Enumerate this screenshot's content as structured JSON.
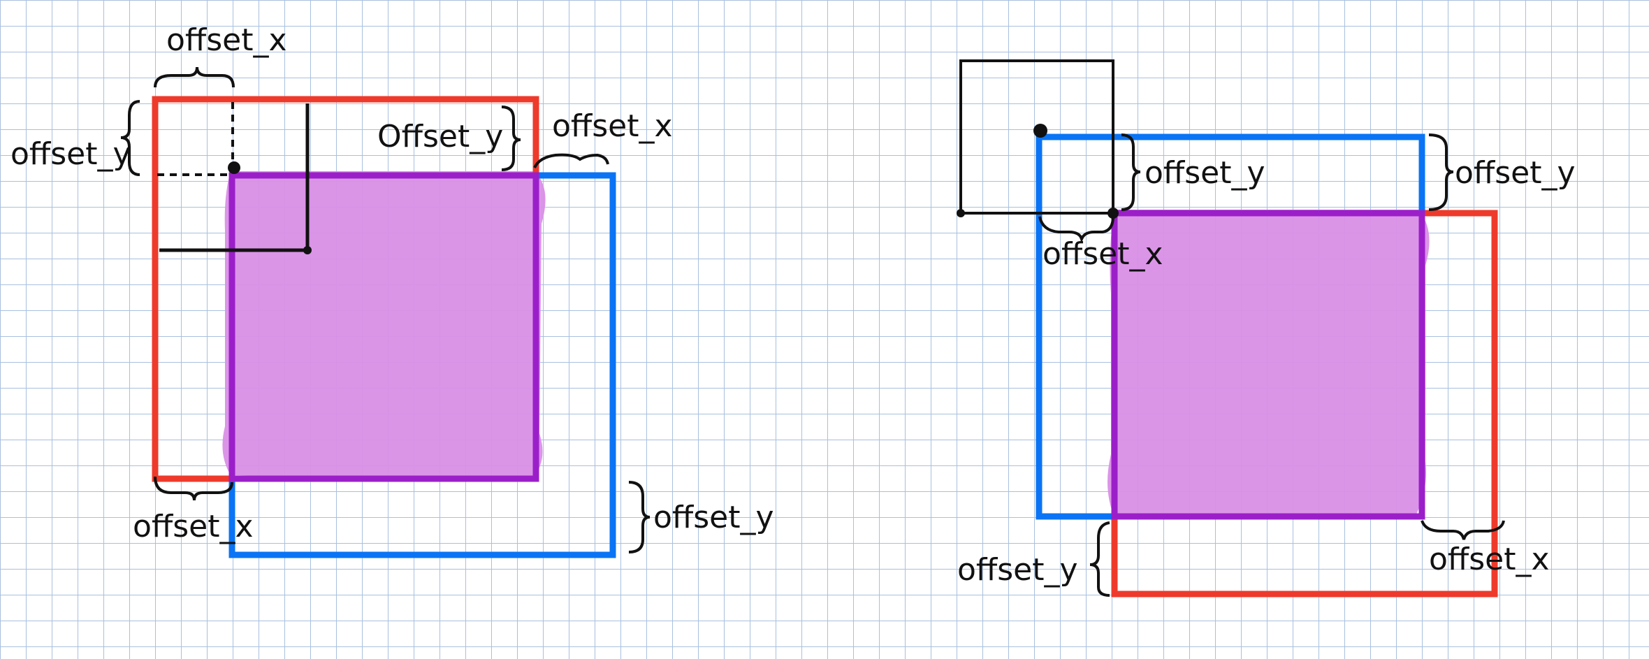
{
  "colors": {
    "grid": "#a9c0de",
    "red": "#ee3a2b",
    "blue": "#0a74f5",
    "purple": "#9b1fc9",
    "purple_fill": "#d98fe6",
    "ink": "#111111"
  },
  "left": {
    "labels": {
      "top_offset_x": "offset_x",
      "left_offset_y": "offset_y",
      "mid_offset_y": "Offset_y",
      "right_offset_x": "offset_x",
      "bottom_offset_x": "offset_x",
      "right_offset_y": "offset_y"
    }
  },
  "right": {
    "labels": {
      "inner_offset_y": "offset_y",
      "inner_offset_x": "offset_x",
      "right_offset_y": "offset_y",
      "bottom_offset_y": "offset_y",
      "bottom_offset_x": "offset_x"
    }
  }
}
